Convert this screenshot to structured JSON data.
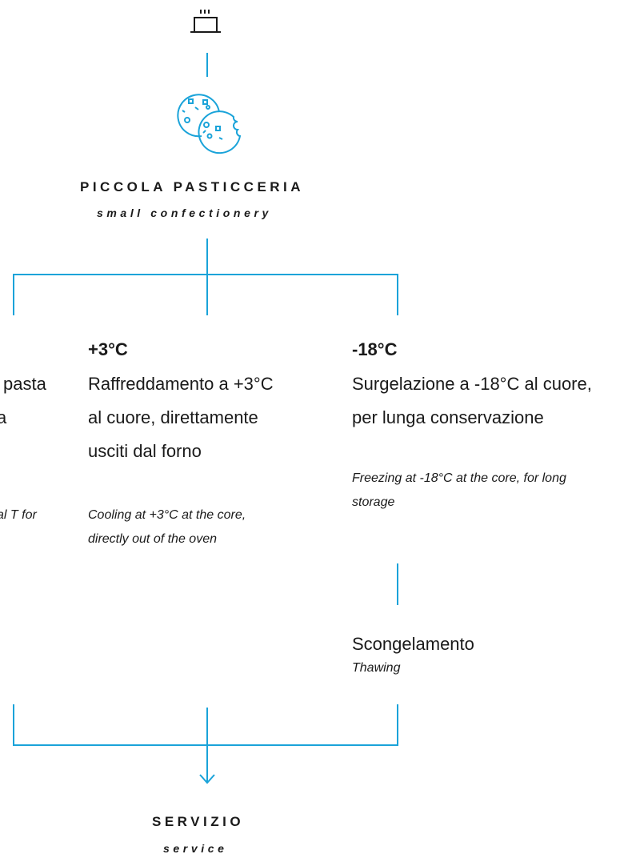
{
  "header": {
    "icon_top": "oven-tray-icon",
    "icon_main": "cookies-icon",
    "title": "PICCOLA PASTICCERIA",
    "subtitle": "small confectionery"
  },
  "columns": {
    "left": {
      "desc_lines": [
        "pasta",
        "a"
      ],
      "note_lines": [
        "al T for"
      ]
    },
    "middle": {
      "temp": "+3°C",
      "desc_lines": [
        "Raffreddamento a +3°C",
        "al cuore, direttamente",
        "usciti dal forno"
      ],
      "note_lines": [
        "Cooling at +3°C at the core,",
        "directly out of the oven"
      ]
    },
    "right": {
      "temp": "-18°C",
      "desc_lines": [
        "Surgelazione a -18°C al cuore,",
        "per lunga conservazione"
      ],
      "note_lines": [
        "Freezing at -18°C at the core, for long",
        "storage"
      ],
      "thaw_title": "Scongelamento",
      "thaw_sub": "Thawing"
    }
  },
  "footer": {
    "title": "SERVIZIO",
    "subtitle": "service",
    "arrow_icon": "arrow-down-icon"
  },
  "colors": {
    "accent": "#1aa3d9",
    "text": "#1a1a1a"
  }
}
